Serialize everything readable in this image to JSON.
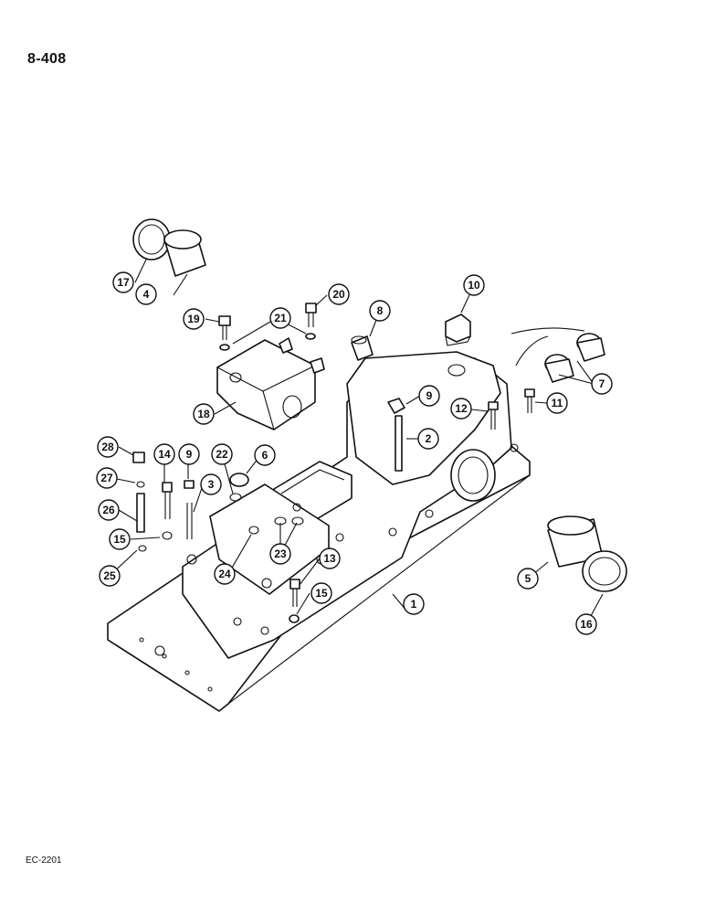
{
  "page_number": "8-408",
  "drawing_ref": "EC-2201",
  "callouts": [
    {
      "label": "1",
      "name": "callout-1"
    },
    {
      "label": "2",
      "name": "callout-2"
    },
    {
      "label": "3",
      "name": "callout-3"
    },
    {
      "label": "4",
      "name": "callout-4"
    },
    {
      "label": "5",
      "name": "callout-5"
    },
    {
      "label": "6",
      "name": "callout-6"
    },
    {
      "label": "7",
      "name": "callout-7"
    },
    {
      "label": "8",
      "name": "callout-8"
    },
    {
      "label": "9",
      "name": "callout-9-upper"
    },
    {
      "label": "9",
      "name": "callout-9-lower"
    },
    {
      "label": "10",
      "name": "callout-10"
    },
    {
      "label": "11",
      "name": "callout-11"
    },
    {
      "label": "12",
      "name": "callout-12"
    },
    {
      "label": "13",
      "name": "callout-13"
    },
    {
      "label": "14",
      "name": "callout-14"
    },
    {
      "label": "15",
      "name": "callout-15-left"
    },
    {
      "label": "15",
      "name": "callout-15-lower"
    },
    {
      "label": "16",
      "name": "callout-16"
    },
    {
      "label": "17",
      "name": "callout-17"
    },
    {
      "label": "18",
      "name": "callout-18"
    },
    {
      "label": "19",
      "name": "callout-19"
    },
    {
      "label": "20",
      "name": "callout-20"
    },
    {
      "label": "21",
      "name": "callout-21"
    },
    {
      "label": "22",
      "name": "callout-22"
    },
    {
      "label": "23",
      "name": "callout-23"
    },
    {
      "label": "24",
      "name": "callout-24"
    },
    {
      "label": "25",
      "name": "callout-25"
    },
    {
      "label": "26",
      "name": "callout-26"
    },
    {
      "label": "27",
      "name": "callout-27"
    },
    {
      "label": "28",
      "name": "callout-28"
    }
  ]
}
